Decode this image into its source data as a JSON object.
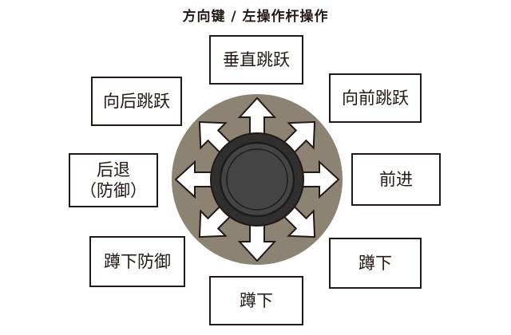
{
  "title": "方向键 / 左操作杆操作",
  "directions": {
    "up": "垂直跳跃",
    "up_left": "向后跳跃",
    "up_right": "向前跳跃",
    "left": "后退\n（防御）",
    "right": "前进",
    "down_left": "蹲下防御",
    "down": "蹲下",
    "down_right": "蹲下"
  },
  "colors": {
    "ring": "#8c8372",
    "stick_outer": "#3a3a3a",
    "stick_inner": "#4a4a4a",
    "outline": "#231815"
  }
}
